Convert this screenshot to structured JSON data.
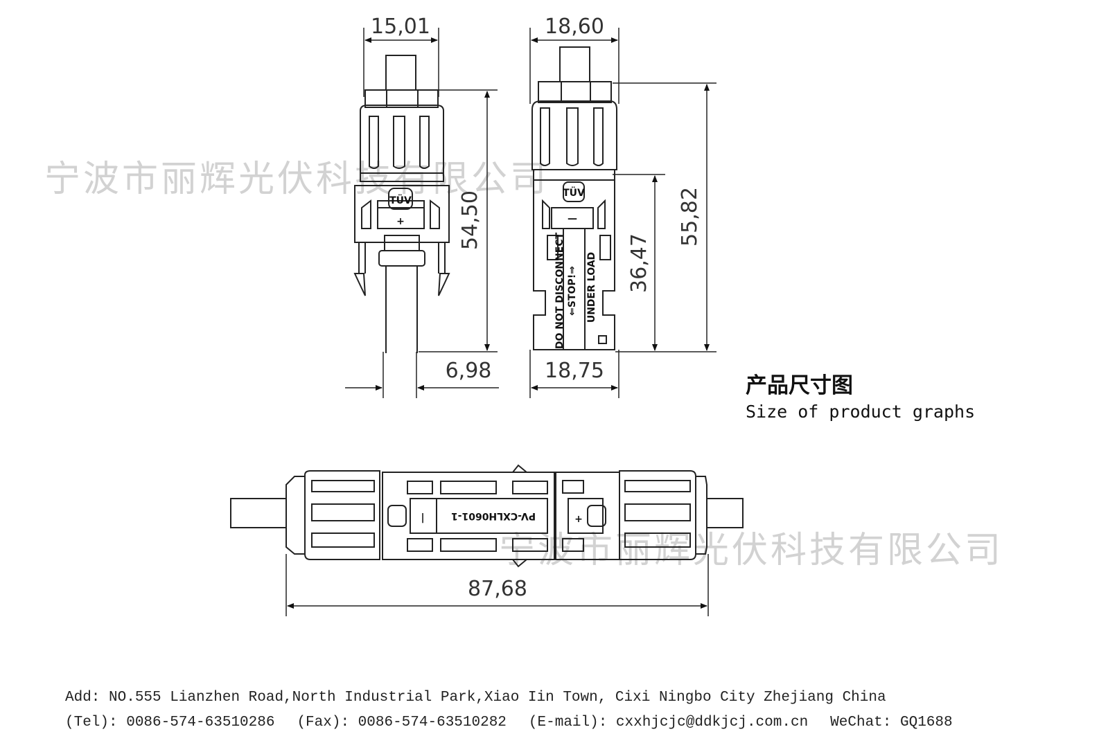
{
  "dimensions": {
    "top_width_left": "15,01",
    "top_width_right": "18,60",
    "height_left": "54,50",
    "height_right_outer": "55,82",
    "height_right_inner": "36,47",
    "bottom_left": "6,98",
    "bottom_right": "18,75",
    "total_length": "87,68"
  },
  "connector_labels": {
    "plus": "+",
    "minus": "—",
    "warning_1": "DO NOT DISCONNECT",
    "warning_2": "⇐STOP!⇒",
    "warning_3": "UNDER LOAD",
    "model": "PV-CXLH0601-1",
    "cert": "TÜV"
  },
  "caption": {
    "cn": "产品尺寸图",
    "en": "Size of product graphs"
  },
  "watermark": "宁波市丽辉光伏科技有限公司",
  "footer": {
    "address": "Add: NO.555 Lianzhen Road,North Industrial Park,Xiao Iin Town, Cixi Ningbo City Zhejiang China",
    "tel": "(Tel): 0086-574-63510286",
    "fax": "(Fax): 0086-574-63510282",
    "email": "(E-mail): cxxhjcjc@ddkjcj.com.cn",
    "wechat": "WeChat: GQ1688"
  }
}
